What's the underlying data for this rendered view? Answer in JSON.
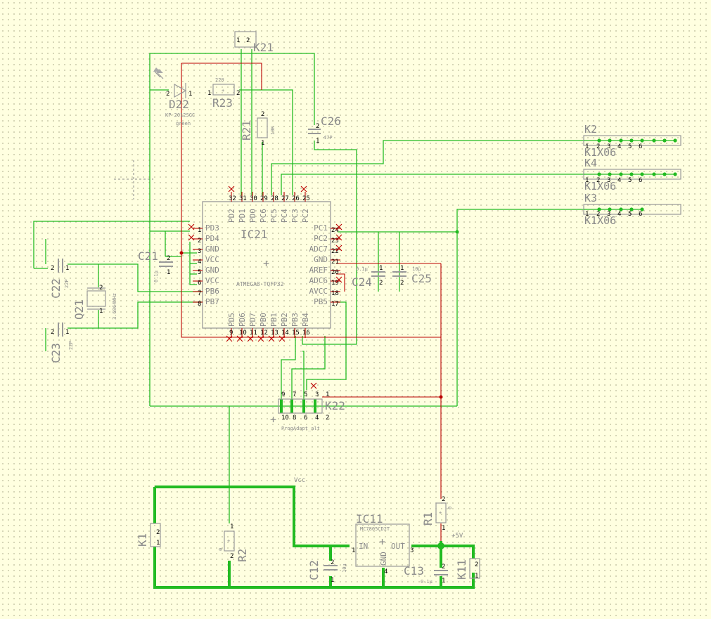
{
  "ic21": {
    "name": "IC21",
    "value": "ATMEGA8-TQFP32",
    "left_pins": [
      "PD3",
      "PD4",
      "GND",
      "VCC",
      "GND",
      "VCC",
      "PB6",
      "PB7"
    ],
    "left_nums": [
      "1",
      "2",
      "3",
      "4",
      "5",
      "6",
      "7",
      "8"
    ],
    "right_pins": [
      "PC1",
      "PC2",
      "ADC7",
      "GND",
      "AREF",
      "ADC6",
      "AVCC",
      "PB5"
    ],
    "right_nums": [
      "24",
      "23",
      "22",
      "21",
      "20",
      "19",
      "18",
      "17"
    ],
    "top_pins": [
      "PD2",
      "PD1",
      "PD0",
      "PC6",
      "PC5",
      "PC4",
      "PC3",
      "PC2"
    ],
    "top_nums": [
      "32",
      "31",
      "30",
      "29",
      "28",
      "27",
      "26",
      "25"
    ],
    "bottom_pins": [
      "PD5",
      "PD6",
      "PD7",
      "PB0",
      "PB1",
      "PB2",
      "PB3",
      "PB4"
    ],
    "bottom_nums": [
      "9",
      "10",
      "11",
      "12",
      "13",
      "14",
      "15",
      "16"
    ]
  },
  "k21": {
    "name": "K21",
    "p1": "1",
    "p2": "2"
  },
  "d22": {
    "name": "D22",
    "part": "KP-2012SGC",
    "color": "green",
    "p1": "2",
    "p2": "1"
  },
  "r23": {
    "name": "R23",
    "value": "220",
    "p1": "1",
    "p2": "2"
  },
  "r21": {
    "name": "R21",
    "value": "10K",
    "p1": "2",
    "p2": "1"
  },
  "c26": {
    "name": "C26",
    "value": "47P",
    "p1": "2",
    "p2": "1"
  },
  "c21": {
    "name": "C21",
    "value": "0.1µ",
    "p1": "2",
    "p2": "1"
  },
  "c22": {
    "name": "C22",
    "value": "22P",
    "p1": "2",
    "p2": "1"
  },
  "c23": {
    "name": "C23",
    "value": "22P",
    "p1": "2",
    "p2": "1"
  },
  "q21": {
    "name": "Q21",
    "value": "3.6864MHz",
    "p1": "2",
    "p2": "1"
  },
  "c24": {
    "name": "C24",
    "value": "0.1µ",
    "p1": "1",
    "p2": "2"
  },
  "c25": {
    "name": "C25",
    "value": "10µ",
    "p1": "1",
    "p2": "2"
  },
  "headers": [
    {
      "name": "K2",
      "value": "K1X06",
      "pins": [
        "1",
        "2",
        "3",
        "4",
        "5",
        "6"
      ]
    },
    {
      "name": "K4",
      "value": "K1X06",
      "pins": [
        "1",
        "2",
        "3",
        "4",
        "5",
        "6"
      ]
    },
    {
      "name": "K3",
      "value": "K1X06",
      "pins": [
        "1",
        "2",
        "3",
        "4",
        "5",
        "6"
      ]
    }
  ],
  "k22": {
    "name": "K22",
    "value": "ProgAdapt_alt",
    "top_nums": [
      "9",
      "7",
      "5",
      "3",
      "1"
    ],
    "bottom_nums": [
      "10",
      "8",
      "6",
      "4",
      "2"
    ]
  },
  "power": {
    "vcc": "Vcc",
    "plus5v": "+5V",
    "k1": {
      "name": "K1",
      "p1": "2",
      "p2": "1"
    },
    "r2": {
      "name": "R2",
      "value": "0",
      "p1": "1",
      "p2": "2"
    },
    "ic11": {
      "name": "IC11",
      "value": "MC7805CD2T",
      "in": "IN",
      "out": "OUT",
      "gnd": "GND",
      "n_in": "1",
      "n_out": "3",
      "n_gnd": "4"
    },
    "c12": {
      "name": "C12",
      "value": "10µ",
      "p1": "2",
      "p2": "1"
    },
    "r1": {
      "name": "R1",
      "value": "0",
      "p1": "2",
      "p2": "1"
    },
    "c13": {
      "name": "C13",
      "value": "0.1µ",
      "p1": "2",
      "p2": "1"
    },
    "k11": {
      "name": "K11",
      "p1": "2",
      "p2": "1"
    }
  },
  "colors": {
    "background": "#ffffe0",
    "net": "#22bb22",
    "pin": "#bb0000",
    "outline": "#999999"
  }
}
